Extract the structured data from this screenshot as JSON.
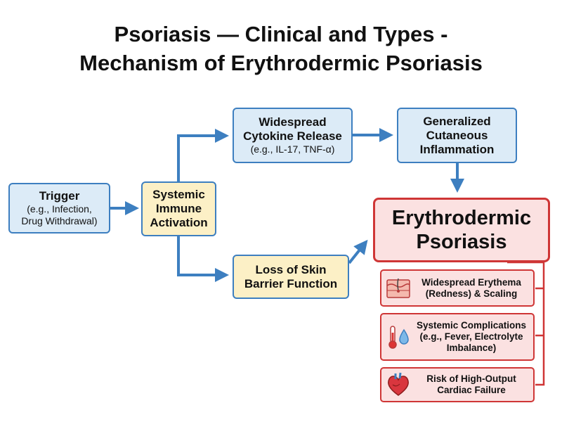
{
  "title": {
    "line1": "Psoriasis — Clinical and Types -",
    "line2": "Mechanism of Erythrodermic Psoriasis"
  },
  "nodes": {
    "trigger": {
      "label": "Trigger",
      "sub1": "(e.g., Infection,",
      "sub2": "Drug Withdrawal)"
    },
    "immune": {
      "line1": "Systemic",
      "line2": "Immune",
      "line3": "Activation"
    },
    "cytokine": {
      "line1": "Widespread",
      "line2": "Cytokine Release",
      "sub": "(e.g., IL-17, TNF-α)"
    },
    "inflammation": {
      "line1": "Generalized",
      "line2": "Cutaneous",
      "line3": "Inflammation"
    },
    "barrier": {
      "line1": "Loss of Skin",
      "line2": "Barrier Function"
    },
    "result": {
      "line1": "Erythrodermic",
      "line2": "Psoriasis"
    }
  },
  "effects": [
    {
      "icon": "skin-layers-icon",
      "line1": "Widespread Erythema",
      "line2": "(Redness) & Scaling"
    },
    {
      "icon": "thermometer-droplet-icon",
      "line1": "Systemic Complications",
      "line2": "(e.g., Fever, Electrolyte",
      "line3": "Imbalance)"
    },
    {
      "icon": "heart-icon",
      "line1": "Risk of High-Output",
      "line2": "Cardiac Failure"
    }
  ],
  "colors": {
    "arrow": "#3d7fc0",
    "blue_fill": "#dcebf7",
    "yellow_fill": "#fcf0c6",
    "red_border": "#cf3636",
    "red_fill": "#fbe1e1"
  }
}
